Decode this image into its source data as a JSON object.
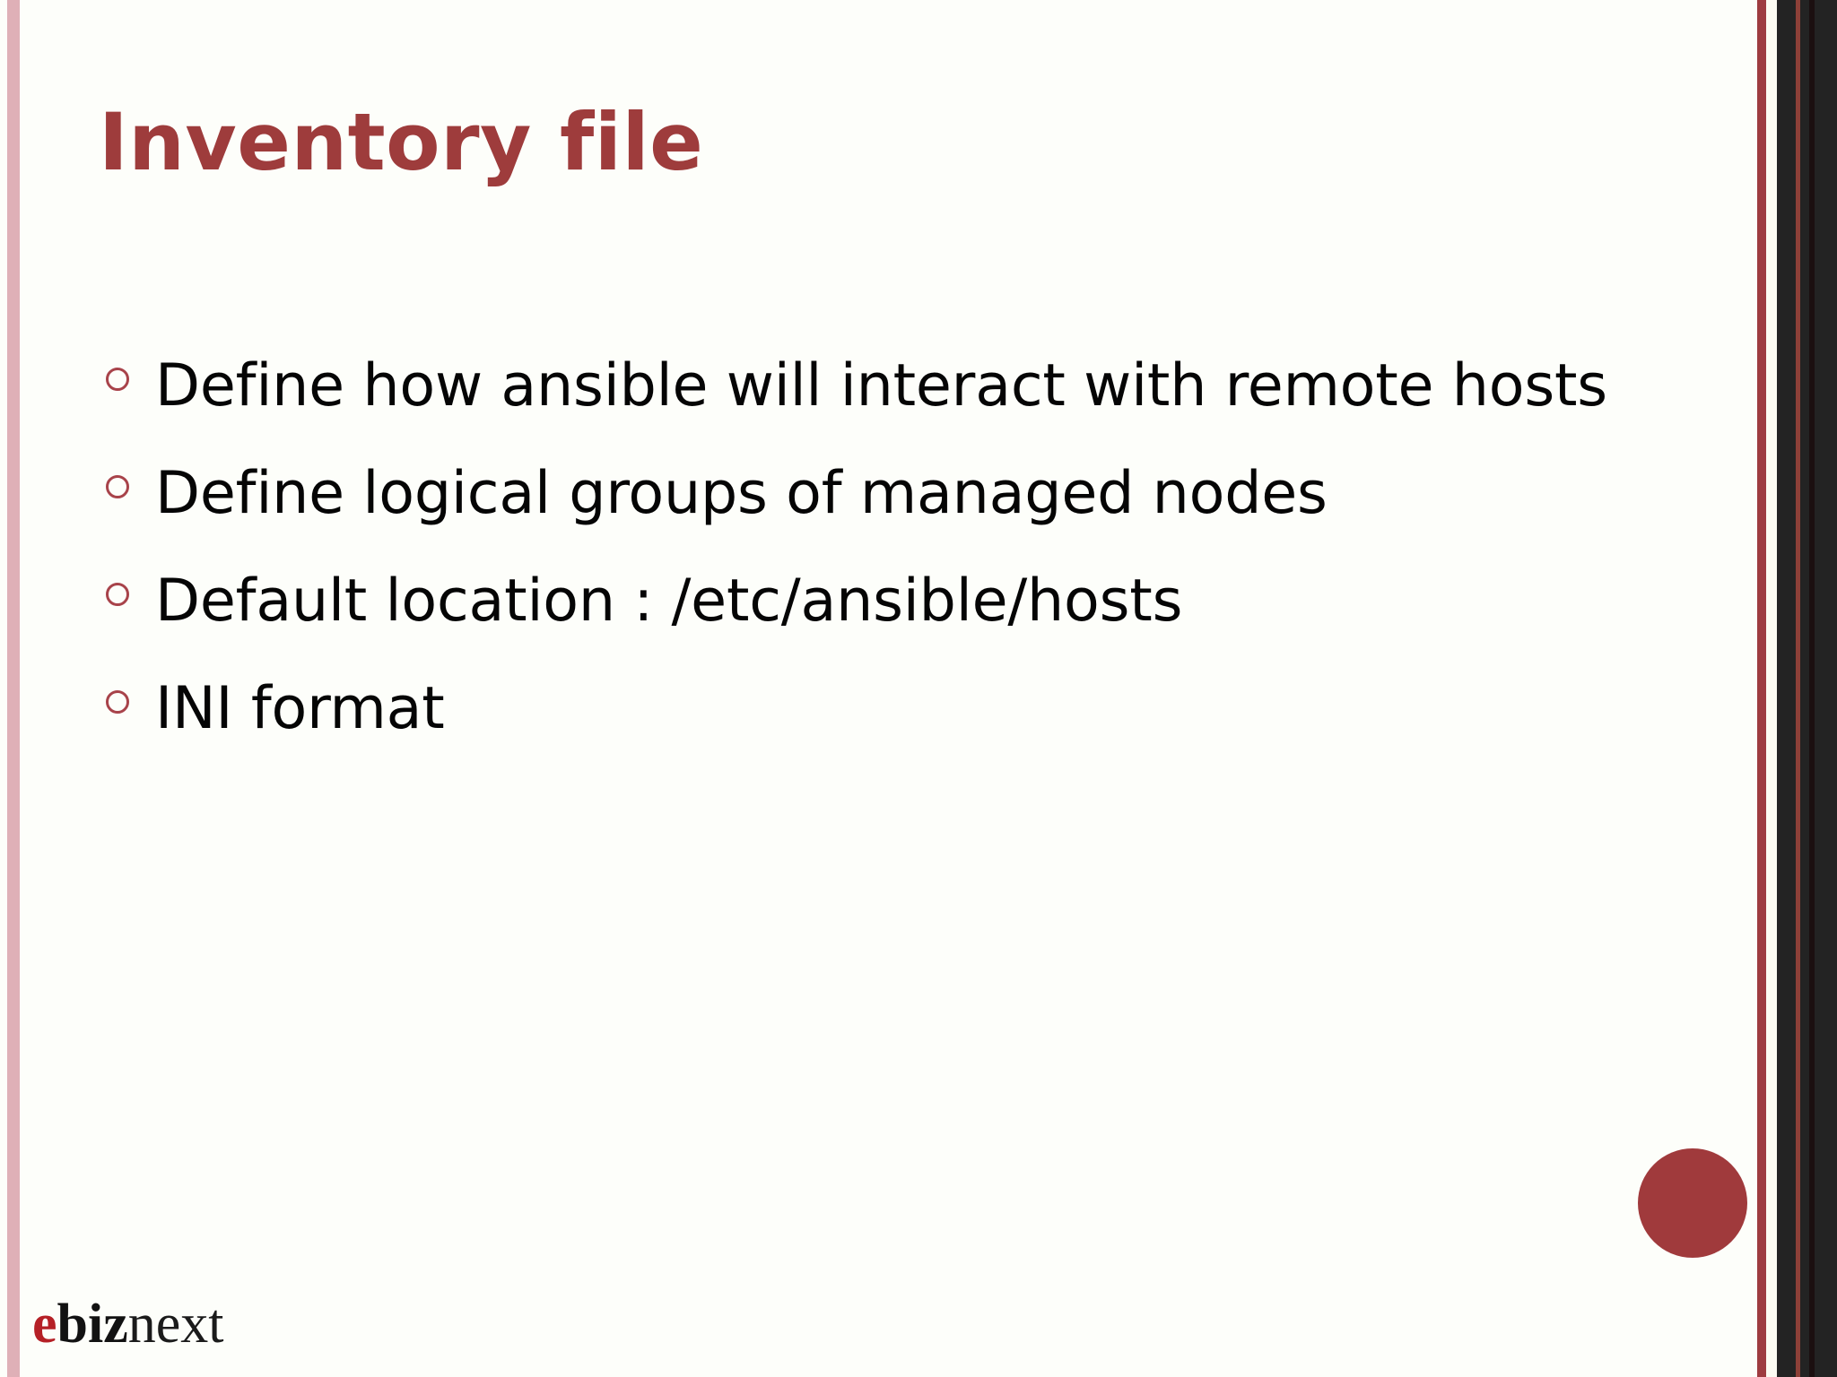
{
  "slide": {
    "title": "Inventory file",
    "bullets": [
      {
        "marker": "hollow-circle-bullet",
        "text": "Define how ansible will interact with remote hosts"
      },
      {
        "marker": "hollow-circle-bullet",
        "text": "Define logical groups of managed nodes"
      },
      {
        "marker": "hollow-circle-bullet",
        "text": "Default location : /etc/ansible/hosts"
      },
      {
        "marker": "hollow-circle-bullet",
        "text": "INI format"
      }
    ]
  },
  "footer": {
    "logo_part_1": "e",
    "logo_part_2": "biz",
    "logo_part_3": "next"
  },
  "decor": {
    "dot_label": "red-circle-decoration",
    "left_rule_label": "left-pink-rule",
    "right_rule_label": "right-red-rule",
    "right_band_label": "right-dark-band"
  },
  "colors": {
    "title": "#9e3c3c",
    "bullet_marker": "#a8434a",
    "body_text": "#050505",
    "accent_red": "#a03a3c",
    "left_rule_pink": "#dfb0b7",
    "right_dark": "#232323",
    "logo_red": "#b52026",
    "background": "#fdfefa"
  }
}
